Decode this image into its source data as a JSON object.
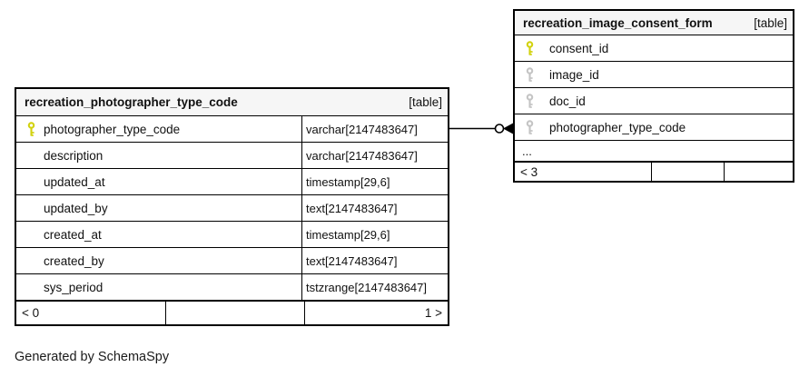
{
  "diagram": {
    "generated_note": "Generated by SchemaSpy"
  },
  "colors": {
    "primary_key": "#d2d20e",
    "foreign_key": "#c4c4c4",
    "header_bg": "#f6f6f6",
    "border": "#000000"
  },
  "tables": {
    "left": {
      "name": "recreation_photographer_type_code",
      "tag": "[table]",
      "columns": [
        {
          "key": "primary",
          "name": "photographer_type_code",
          "type": "varchar[2147483647]"
        },
        {
          "key": "",
          "name": "description",
          "type": "varchar[2147483647]"
        },
        {
          "key": "",
          "name": "updated_at",
          "type": "timestamp[29,6]"
        },
        {
          "key": "",
          "name": "updated_by",
          "type": "text[2147483647]"
        },
        {
          "key": "",
          "name": "created_at",
          "type": "timestamp[29,6]"
        },
        {
          "key": "",
          "name": "created_by",
          "type": "text[2147483647]"
        },
        {
          "key": "",
          "name": "sys_period",
          "type": "tstzrange[2147483647]"
        }
      ],
      "footer": {
        "left": "< 0",
        "middle": "",
        "right": "1 >"
      }
    },
    "right": {
      "name": "recreation_image_consent_form",
      "tag": "[table]",
      "columns": [
        {
          "key": "primary",
          "name": "consent_id"
        },
        {
          "key": "foreign",
          "name": "image_id"
        },
        {
          "key": "foreign",
          "name": "doc_id"
        },
        {
          "key": "foreign",
          "name": "photographer_type_code"
        }
      ],
      "ellipsis": "...",
      "footer": {
        "left": "< 3",
        "middle": "",
        "right": ""
      }
    }
  }
}
